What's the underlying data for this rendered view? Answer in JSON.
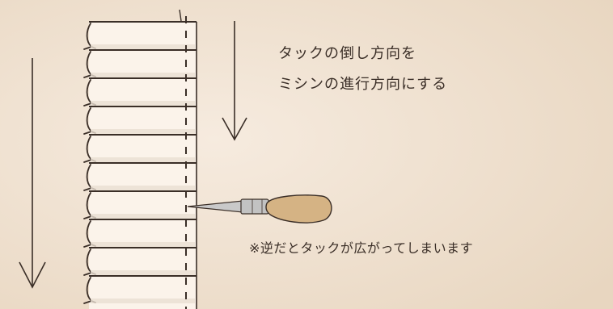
{
  "diagram": {
    "tuck_count": 10,
    "caption_line_1": "タックの倒し方向を",
    "caption_line_2": "ミシンの進行方向にする",
    "note": "※逆だとタックが広がってしまいます",
    "colors": {
      "background": "#eddcc7",
      "fabric": "#fbf3ea",
      "ink": "#3a2e27",
      "awl_handle": "#d5b384",
      "awl_blade": "#b9b9b9"
    }
  }
}
